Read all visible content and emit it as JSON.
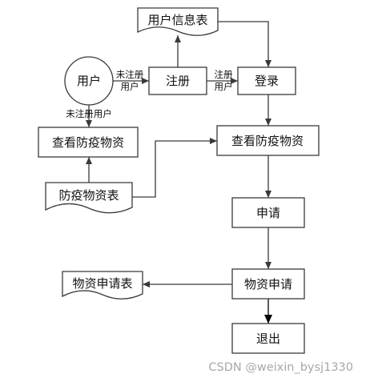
{
  "nodes": {
    "user": "用户",
    "register": "注册",
    "login": "登录",
    "user_info_table": "用户信息表",
    "view_supplies_left": "查看防疫物资",
    "supplies_table": "防疫物资表",
    "view_supplies_main": "查看防疫物资",
    "apply": "申请",
    "supplies_apply": "物资申请",
    "supplies_apply_table": "物资申请表",
    "logout": "退出"
  },
  "edge_labels": {
    "unregistered_user_vertical": "未注册用户",
    "unregistered_user_line1": "未注册",
    "unregistered_user_line2": "用户",
    "registered_user_line1": "注册",
    "registered_user_line2": "用户"
  },
  "watermark": "CSDN @weixin_bysj1330"
}
